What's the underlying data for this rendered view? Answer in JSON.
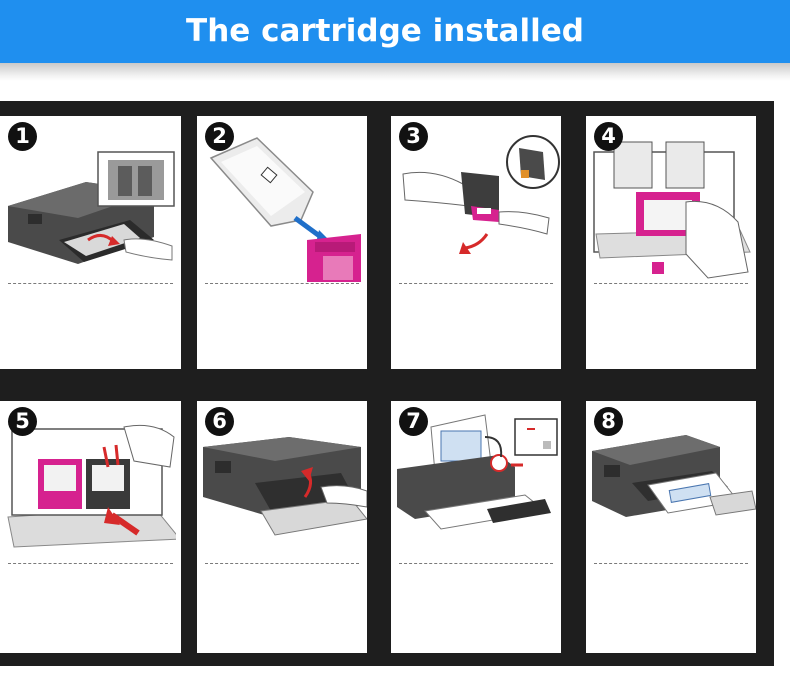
{
  "header": {
    "title": "The cartridge installed"
  },
  "colors": {
    "banner": "#1f8fef",
    "frame": "#1e1e1e",
    "magenta": "#d6228f",
    "printer": "#4a4a4a",
    "arrow": "#d62a2a",
    "blue_arrow": "#1f6fc9"
  },
  "steps": [
    {
      "number": "1",
      "icon": "printer-open-access-door-icon"
    },
    {
      "number": "2",
      "icon": "cartridge-unpack-icon"
    },
    {
      "number": "3",
      "icon": "remove-tape-icon"
    },
    {
      "number": "4",
      "icon": "insert-color-cartridge-icon"
    },
    {
      "number": "5",
      "icon": "insert-black-cartridge-icon"
    },
    {
      "number": "6",
      "icon": "close-access-door-icon"
    },
    {
      "number": "7",
      "icon": "alignment-page-scan-icon"
    },
    {
      "number": "8",
      "icon": "print-alignment-page-icon"
    }
  ]
}
